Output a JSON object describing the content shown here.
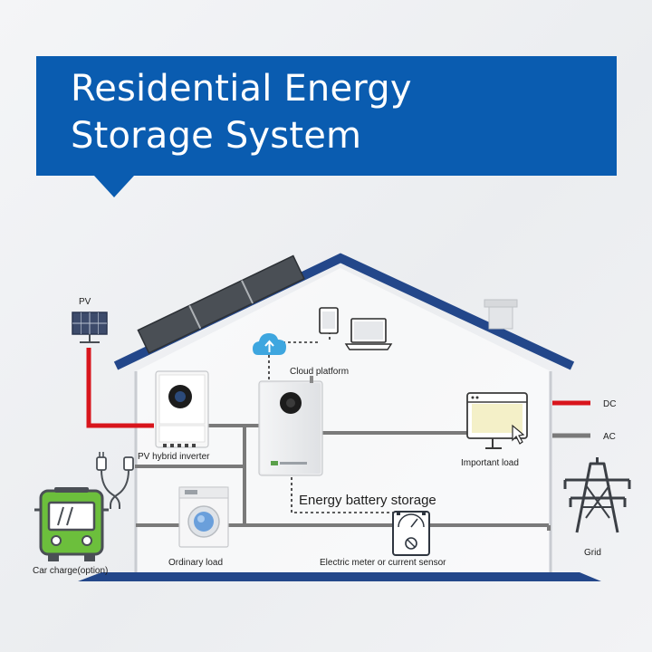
{
  "banner": {
    "title_line1": "Residential Energy",
    "title_line2": "Storage System"
  },
  "labels": {
    "pv": "PV",
    "cloud_platform": "Cloud platform",
    "pv_hybrid_inverter": "PV hybrid inverter",
    "energy_battery_storage": "Energy battery storage",
    "important_load": "Important load",
    "ordinary_load": "Ordinary load",
    "electric_meter": "Electric meter or current sensor",
    "car_charge": "Car charge(option)",
    "grid": "Grid"
  },
  "legend": [
    {
      "label": "DC",
      "color": "#d8151c"
    },
    {
      "label": "AC",
      "color": "#7a7a7a"
    }
  ],
  "colors": {
    "accent": "#0a5cb0",
    "dc_line": "#d8151c",
    "ac_line": "#7a7a7a",
    "house_outline": "#23478a",
    "car_green": "#6cbf3c"
  },
  "icons": [
    "solar-panel-icon",
    "cloud-upload-icon",
    "tablet-icon",
    "laptop-icon",
    "monitor-icon",
    "washing-machine-icon",
    "electric-meter-icon",
    "ev-charger-plug-icon",
    "bus-icon",
    "transmission-tower-icon"
  ]
}
